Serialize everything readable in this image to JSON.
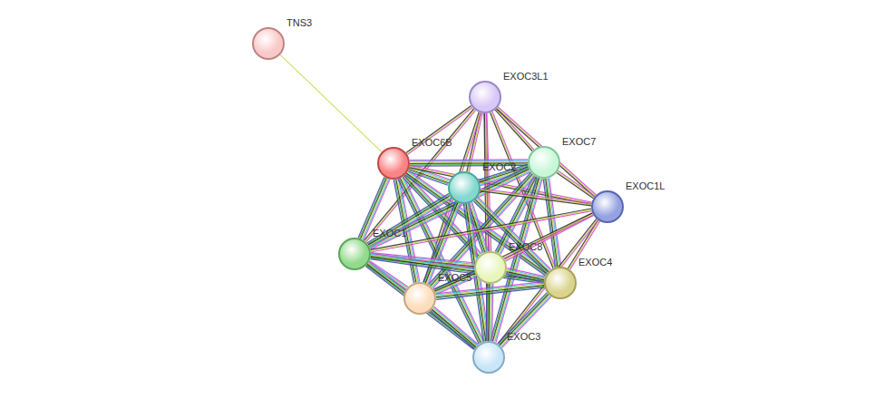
{
  "diagram": {
    "nodes": [
      {
        "text": [
          "TNS3"
        ]
      },
      {
        "text": [
          "EXOC3L1"
        ]
      },
      {
        "text": [
          "EXOC6B"
        ]
      },
      {
        "text": [
          "EXOC7"
        ]
      },
      {
        "text": [
          "EXOC2"
        ]
      },
      {
        "text": [
          "EXOC1L"
        ]
      },
      {
        "text": [
          "EXOC1"
        ]
      },
      {
        "text": [
          "EXOC8"
        ]
      },
      {
        "text": [
          "EXOC5"
        ]
      },
      {
        "text": [
          "EXOC4"
        ]
      },
      {
        "text": [
          "EXOC3"
        ]
      }
    ],
    "edges": [
      {
        "from": 0,
        "to": 2,
        "arrow": "none"
      },
      {
        "from": 1,
        "to": 2,
        "arrow": "none"
      },
      {
        "from": 1,
        "to": 3,
        "arrow": "none"
      },
      {
        "from": 1,
        "to": 4,
        "arrow": "none"
      },
      {
        "from": 1,
        "to": 5,
        "arrow": "none"
      },
      {
        "from": 1,
        "to": 6,
        "arrow": "none"
      },
      {
        "from": 1,
        "to": 7,
        "arrow": "none"
      },
      {
        "from": 1,
        "to": 8,
        "arrow": "none"
      },
      {
        "from": 1,
        "to": 9,
        "arrow": "none"
      },
      {
        "from": 1,
        "to": 10,
        "arrow": "none"
      },
      {
        "from": 2,
        "to": 3,
        "arrow": "none"
      },
      {
        "from": 2,
        "to": 4,
        "arrow": "none"
      },
      {
        "from": 2,
        "to": 5,
        "arrow": "none"
      },
      {
        "from": 2,
        "to": 6,
        "arrow": "none"
      },
      {
        "from": 2,
        "to": 7,
        "arrow": "none"
      },
      {
        "from": 2,
        "to": 8,
        "arrow": "none"
      },
      {
        "from": 2,
        "to": 9,
        "arrow": "none"
      },
      {
        "from": 2,
        "to": 10,
        "arrow": "none"
      },
      {
        "from": 3,
        "to": 4,
        "arrow": "none"
      },
      {
        "from": 3,
        "to": 5,
        "arrow": "none"
      },
      {
        "from": 3,
        "to": 6,
        "arrow": "none"
      },
      {
        "from": 3,
        "to": 7,
        "arrow": "none"
      },
      {
        "from": 3,
        "to": 8,
        "arrow": "none"
      },
      {
        "from": 3,
        "to": 9,
        "arrow": "none"
      },
      {
        "from": 3,
        "to": 10,
        "arrow": "none"
      },
      {
        "from": 4,
        "to": 5,
        "arrow": "none"
      },
      {
        "from": 4,
        "to": 6,
        "arrow": "none"
      },
      {
        "from": 4,
        "to": 7,
        "arrow": "none"
      },
      {
        "from": 4,
        "to": 8,
        "arrow": "none"
      },
      {
        "from": 4,
        "to": 9,
        "arrow": "none"
      },
      {
        "from": 4,
        "to": 10,
        "arrow": "none"
      },
      {
        "from": 5,
        "to": 6,
        "arrow": "none"
      },
      {
        "from": 5,
        "to": 7,
        "arrow": "none"
      },
      {
        "from": 5,
        "to": 8,
        "arrow": "none"
      },
      {
        "from": 5,
        "to": 9,
        "arrow": "none"
      },
      {
        "from": 5,
        "to": 10,
        "arrow": "none"
      },
      {
        "from": 6,
        "to": 7,
        "arrow": "none"
      },
      {
        "from": 6,
        "to": 8,
        "arrow": "none"
      },
      {
        "from": 6,
        "to": 9,
        "arrow": "none"
      },
      {
        "from": 6,
        "to": 10,
        "arrow": "none"
      },
      {
        "from": 7,
        "to": 8,
        "arrow": "none"
      },
      {
        "from": 7,
        "to": 9,
        "arrow": "none"
      },
      {
        "from": 7,
        "to": 10,
        "arrow": "none"
      },
      {
        "from": 8,
        "to": 9,
        "arrow": "none"
      },
      {
        "from": 8,
        "to": 10,
        "arrow": "none"
      },
      {
        "from": 9,
        "to": 10,
        "arrow": "none"
      }
    ]
  }
}
